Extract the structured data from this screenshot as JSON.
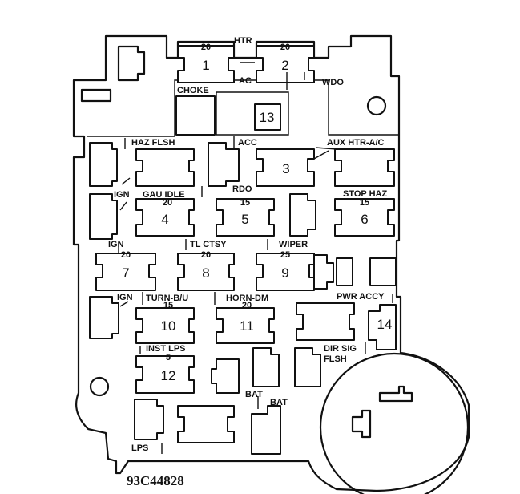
{
  "diagram_code": "93C44828",
  "fuses": [
    {
      "number": "1",
      "label": "",
      "amps": "20"
    },
    {
      "number": "2",
      "label": "HTR",
      "amps": "20"
    },
    {
      "number": "3",
      "label": "ACC",
      "amps": ""
    },
    {
      "number": "4",
      "label": "GAU IDLE",
      "amps": "20"
    },
    {
      "number": "5",
      "label": "RDO",
      "amps": "15"
    },
    {
      "number": "6",
      "label": "STOP HAZ",
      "amps": "15"
    },
    {
      "number": "7",
      "label": "IGN",
      "amps": "20"
    },
    {
      "number": "8",
      "label": "TL CTSY",
      "amps": "20"
    },
    {
      "number": "9",
      "label": "WIPER",
      "amps": "25"
    },
    {
      "number": "10",
      "label": "TURN-B/U",
      "amps": "15"
    },
    {
      "number": "11",
      "label": "HORN-DM",
      "amps": "20"
    },
    {
      "number": "12",
      "label": "INST LPS",
      "amps": "5"
    },
    {
      "number": "13",
      "label": "",
      "amps": ""
    },
    {
      "number": "14",
      "label": "",
      "amps": ""
    }
  ],
  "labels": {
    "ac": "AC",
    "choke": "CHOKE",
    "wdo": "WDO",
    "haz_flsh": "HAZ FLSH",
    "aux_htr_ac": "AUX HTR-A/C",
    "ign_left_1": "IGN",
    "ign_left_2": "IGN",
    "ign_left_3": "IGN",
    "pwr_accy": "PWR ACCY",
    "dir_sig": "DIR SIG",
    "flsh": "FLSH",
    "bat_1": "BAT",
    "bat_2": "BAT",
    "lps": "LPS"
  }
}
